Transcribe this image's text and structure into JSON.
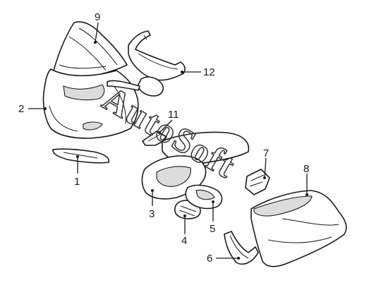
{
  "diagram": {
    "watermark": "AutoSoft",
    "callouts": {
      "c1": "1",
      "c2": "2",
      "c3": "3",
      "c4": "4",
      "c5": "5",
      "c6": "6",
      "c7": "7",
      "c8": "8",
      "c9": "9",
      "c11": "11",
      "c12": "12"
    }
  }
}
